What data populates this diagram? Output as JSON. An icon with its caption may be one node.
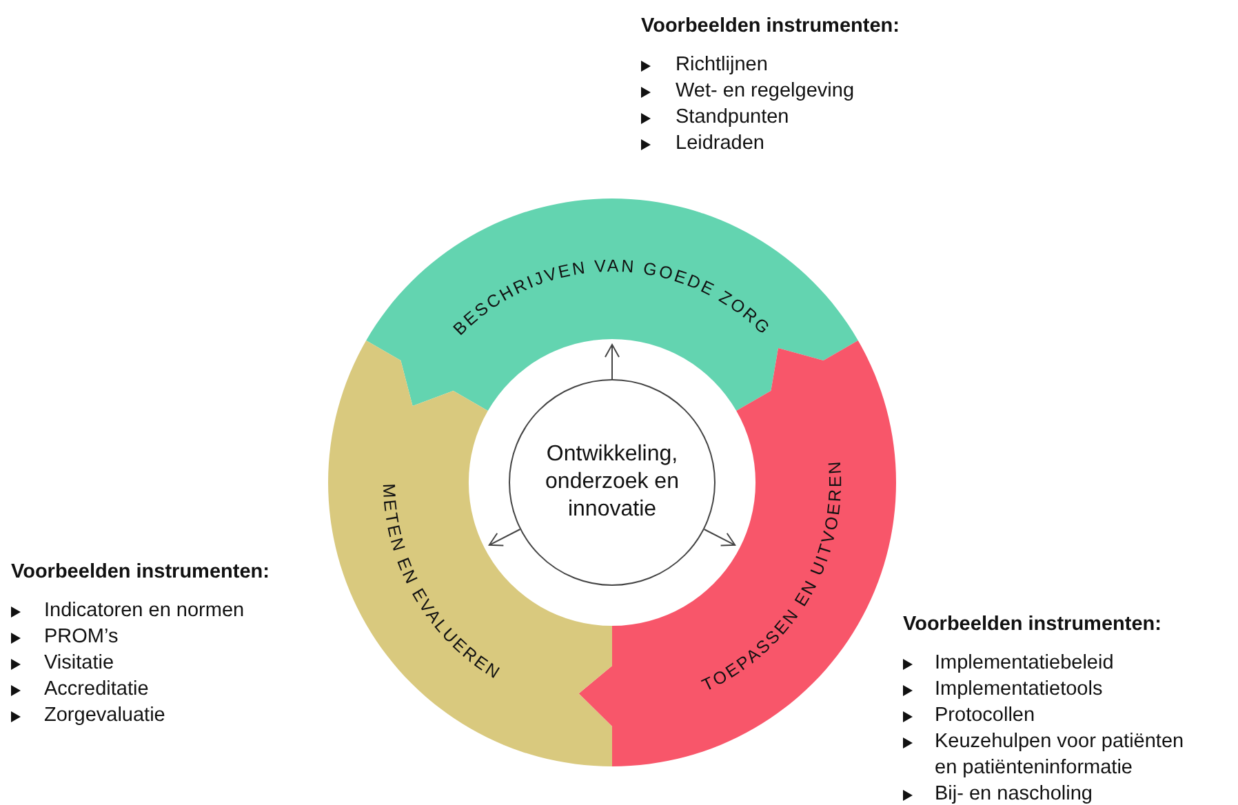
{
  "diagram": {
    "nodes": [
      {
        "text": [
          "Ontwikkeling, onderzoek en innovatie"
        ]
      },
      {
        "text": [
          "BESCHRIJVEN VAN GOEDE ZORG"
        ]
      },
      {
        "text": [
          "TOEPASSEN EN UITVOEREN"
        ]
      },
      {
        "text": [
          "METEN EN EVALUEREN"
        ]
      }
    ],
    "edges": [
      {
        "from": 0,
        "to": 1,
        "arrow": "to"
      },
      {
        "from": 0,
        "to": 2,
        "arrow": "to"
      },
      {
        "from": 0,
        "to": 3,
        "arrow": "to"
      }
    ],
    "labels": [
      "Voorbeelden instrumenten:",
      "Richtlijnen",
      "Wet- en regelgeving",
      "Standpunten",
      "Leidraden",
      "Voorbeelden instrumenten:",
      "Indicatoren en normen",
      "PROM’s",
      "Visitatie",
      "Accreditatie",
      "Zorgevaluatie",
      "Voorbeelden instrumenten:",
      "Implementatiebeleid",
      "Implementatietools",
      "Protocollen",
      "Keuzehulpen voor patiënten en patiënteninformatie",
      "Bij- en nascholing"
    ]
  }
}
